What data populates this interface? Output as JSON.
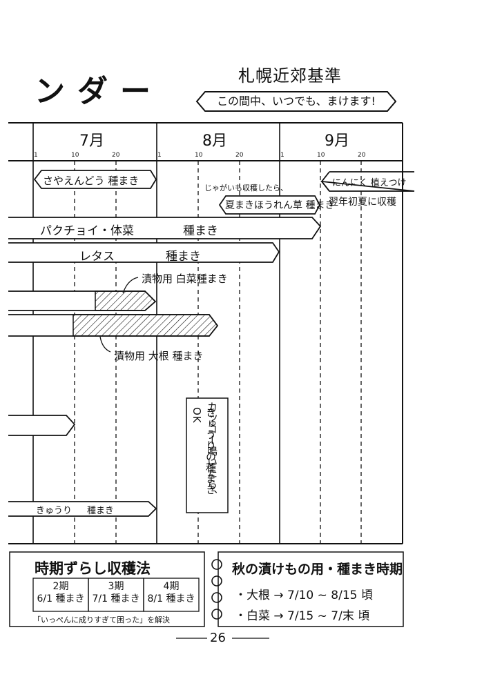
{
  "header": {
    "title_fragment": "ンダー",
    "region": "札幌近郊基準",
    "banner": "この間中、いつでも、まけます!"
  },
  "calendar": {
    "months": [
      {
        "label": "7月",
        "ticks": [
          "1",
          "10",
          "20"
        ]
      },
      {
        "label": "8月",
        "ticks": [
          "1",
          "10",
          "20"
        ]
      },
      {
        "label": "9月",
        "ticks": [
          "1",
          "10",
          "20"
        ]
      }
    ],
    "bars": [
      {
        "id": "sayaendou",
        "label": "さやえんどう 種まき",
        "start": "7/1",
        "end": "7/31",
        "style": "double-arrow"
      },
      {
        "id": "natsumaki-spinach",
        "label": "夏まきほうれん草 種まき",
        "pre_note": "じゃがいも収穫したら、",
        "start": "8/15",
        "end": "8/31",
        "style": "double-arrow"
      },
      {
        "id": "garlic",
        "label": "にんにく 植えつけ",
        "note": "翌年初夏に収穫",
        "start": "9/10",
        "end": "9/30",
        "style": "left-arrow"
      },
      {
        "id": "pakchoi",
        "label_a": "パクチョイ・体菜",
        "label_b": "種まき",
        "start": "6/15",
        "end": "9/10",
        "style": "right-arrow"
      },
      {
        "id": "lettuce",
        "label_a": "レタス",
        "label_b": "種まき",
        "start": "6/15",
        "end": "8/31",
        "style": "right-arrow"
      },
      {
        "id": "hakusai",
        "label": "漬物用 白菜種まき",
        "start": "6/15",
        "end": "7/31",
        "hatched_from": "7/15",
        "style": "right-arrow"
      },
      {
        "id": "daikon",
        "label": "漬物用 大根 種まき",
        "start": "6/15",
        "end": "8/15",
        "hatched_from": "7/10",
        "style": "right-arrow"
      },
      {
        "id": "early-bar",
        "label": "",
        "start": "6/15",
        "end": "7/10",
        "style": "right-arrow"
      },
      {
        "id": "cucumber",
        "label_a": "きゅうり",
        "label_b": "種まき",
        "start": "6/15",
        "end": "7/31",
        "style": "right-arrow"
      }
    ],
    "cuckoo_note": {
      "line1": "カッコー鳴いたら、",
      "line2": "きゅうりの種まきOK"
    }
  },
  "staggered_box": {
    "title": "時期ずらし収穫法",
    "periods": [
      {
        "name": "2期",
        "date": "6/1 種まき"
      },
      {
        "name": "3期",
        "date": "7/1 種まき"
      },
      {
        "name": "4期",
        "date": "8/1 種まき"
      }
    ],
    "footnote": "「いっぺんに成りすぎて困った」を解決"
  },
  "pickle_box": {
    "title": "秋の漬けもの用・種まき時期",
    "lines": [
      "・大根 → 7/10 ~ 8/15 頃",
      "・白菜 → 7/15 ~ 7/末 頃"
    ]
  },
  "footer": {
    "page_number": "26"
  },
  "colors": {
    "ink": "#111111",
    "paper": "#ffffff"
  }
}
